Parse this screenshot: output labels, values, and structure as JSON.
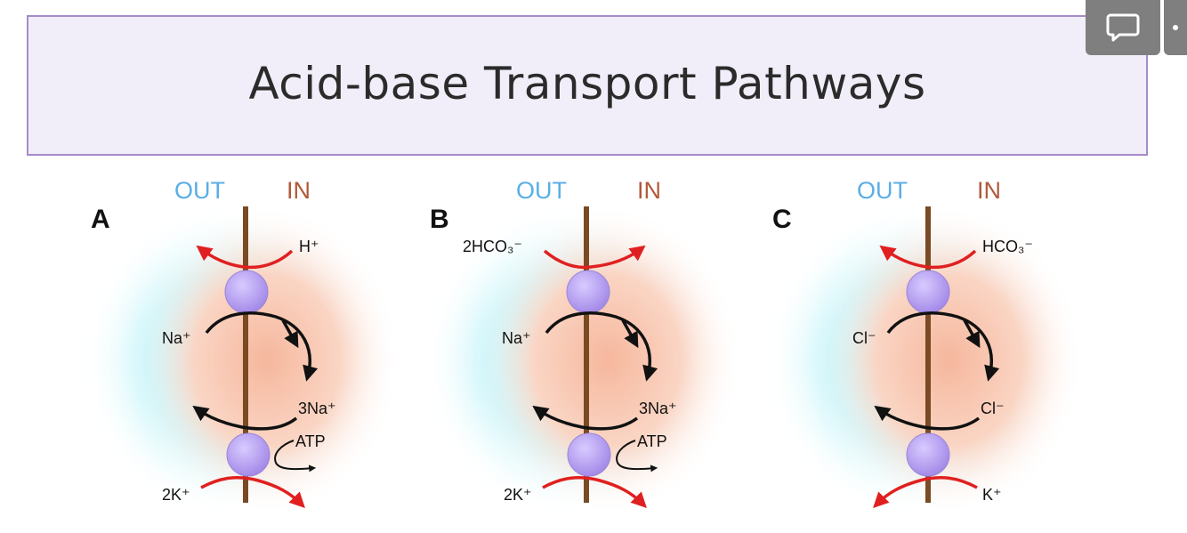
{
  "slide": {
    "title": "Acid-base Transport Pathways"
  },
  "toolbar": {
    "comment_icon": "comment-icon",
    "more_icon": "more-icon"
  },
  "colors": {
    "out_side": "#5aaee6",
    "in_side": "#b05a3a",
    "transporter": "#b39bf0",
    "membrane": "#7a4a22",
    "red_arrow": "#e02020",
    "black_arrow": "#111111"
  },
  "panels": [
    {
      "label": "A",
      "out_label": "OUT",
      "in_label": "IN",
      "top_ion": "H⁺",
      "middle_left_ion": "Na⁺",
      "middle_right_ion": "3Na⁺",
      "atp_label": "ATP",
      "bottom_ion": "2K⁺"
    },
    {
      "label": "B",
      "out_label": "OUT",
      "in_label": "IN",
      "top_ion": "2HCO₃⁻",
      "middle_left_ion": "Na⁺",
      "middle_right_ion": "3Na⁺",
      "atp_label": "ATP",
      "bottom_ion": "2K⁺"
    },
    {
      "label": "C",
      "out_label": "OUT",
      "in_label": "IN",
      "top_ion": "HCO₃⁻",
      "middle_left_ion": "Cl⁻",
      "middle_right_ion": "Cl⁻",
      "bottom_ion": "K⁺"
    }
  ]
}
